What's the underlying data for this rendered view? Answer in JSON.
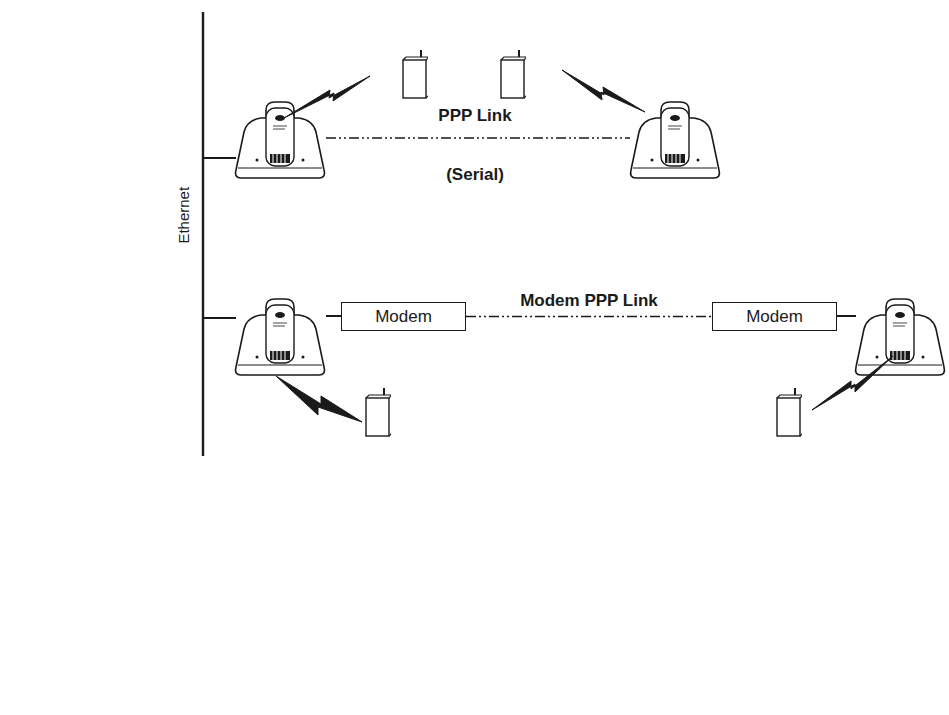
{
  "diagram": {
    "nodes": [
      {
        "text": [
          "Modem"
        ]
      },
      {
        "text": [
          "Modem"
        ]
      }
    ],
    "edges": [
      {
        "from": 0,
        "to": 1,
        "label": "Modem PPP Link",
        "arrow": "none"
      }
    ],
    "labels": [
      "Ethernet",
      "PPP Link",
      "(Serial)"
    ]
  }
}
